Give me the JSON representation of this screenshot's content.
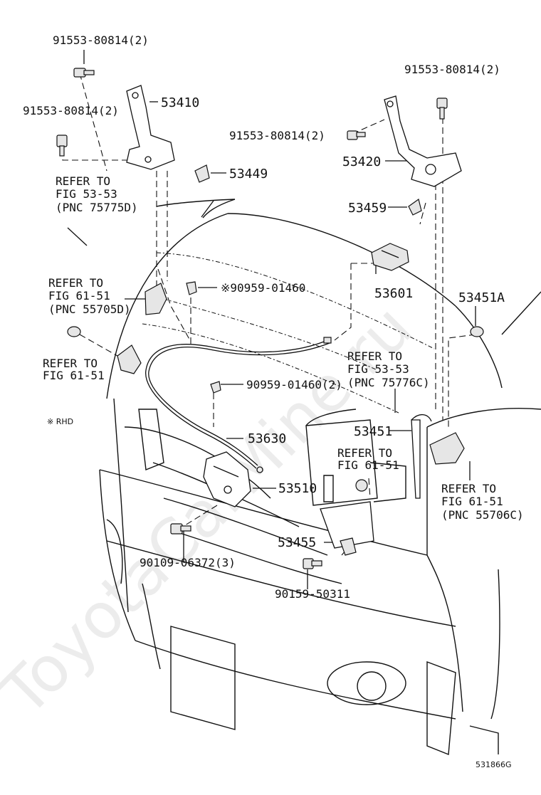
{
  "watermark": "ToyotaCarMine.ru",
  "labels": {
    "bolt_top_left": "91553-80814(2)",
    "bolt_left": "91553-80814(2)",
    "hinge_left": "53410",
    "clip_53449": "53449",
    "refer_5353_line1": "REFER TO",
    "refer_5353_line2": "FIG 53-53",
    "refer_5353_line3": "(PNC 75775D)",
    "bolt_top_right": "91553-80814(2)",
    "bolt_mid_right": "91553-80814(2)",
    "hinge_right": "53420",
    "clip_53459": "53459",
    "handle_53601": "53601",
    "clip_90959": "※90959-01460",
    "refer_6151a_line1": "REFER TO",
    "refer_6151a_line2": "FIG 61-51",
    "refer_6151a_line3": "(PNC 55705D)",
    "cushion_53451a": "53451A",
    "refer_6151b_line1": "REFER TO",
    "refer_6151b_line2": "FIG  61-51",
    "refer_5353b_line1": "REFER TO",
    "refer_5353b_line2": "FIG 53-53",
    "refer_5353b_line3": "(PNC 75776C)",
    "clip_90959_2": "90959-01460(2)",
    "rhd_note": "※ RHD",
    "cable_53630": "53630",
    "stay_53451": "53451",
    "refer_6151c_line1": "REFER TO",
    "refer_6151c_line2": "FIG  61-51",
    "lock_53510": "53510",
    "refer_6151d_line1": "REFER TO",
    "refer_6151d_line2": "FIG 61-51",
    "refer_6151d_line3": "(PNC 55706C)",
    "bracket_53455": "53455",
    "bolt_90109": "90109-06372(3)",
    "bolt_90159": "90159-50311",
    "figure_code": "531866G"
  }
}
